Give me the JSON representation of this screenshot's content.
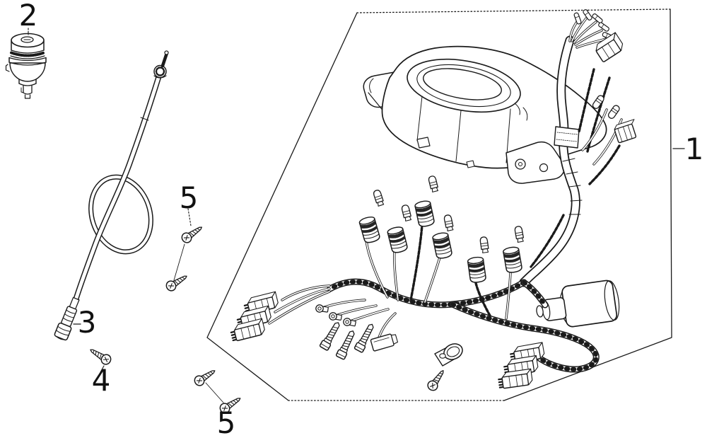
{
  "figure": {
    "background_color": "#ffffff",
    "line_color": "#1a1a1a"
  },
  "callouts": {
    "part1": "1",
    "part2": "2",
    "part3": "3",
    "part4": "4",
    "part5_upper": "5",
    "part5_lower": "5"
  }
}
